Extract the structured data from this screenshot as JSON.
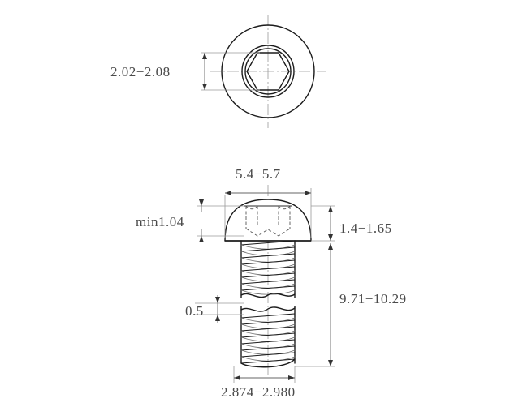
{
  "drawing": {
    "title": "Button head hex socket screw engineering drawing",
    "background_color": "#ffffff",
    "line_color": "#1c1c1c",
    "text_color": "#4a4a4a",
    "views": [
      {
        "name": "top-view",
        "description": "Plan view of button head with hexagonal socket"
      },
      {
        "name": "side-view",
        "description": "Elevation view of button head screw with threaded shank and break line"
      }
    ],
    "dimensions": {
      "socket_across_flats": "2.02−2.08",
      "head_diameter": "5.4−5.7",
      "socket_depth": "min1.04",
      "head_height": "1.4−1.65",
      "overall_length": "9.71−10.29",
      "thread_pitch": "0.5",
      "thread_diameter": "2.874−2.980"
    }
  }
}
